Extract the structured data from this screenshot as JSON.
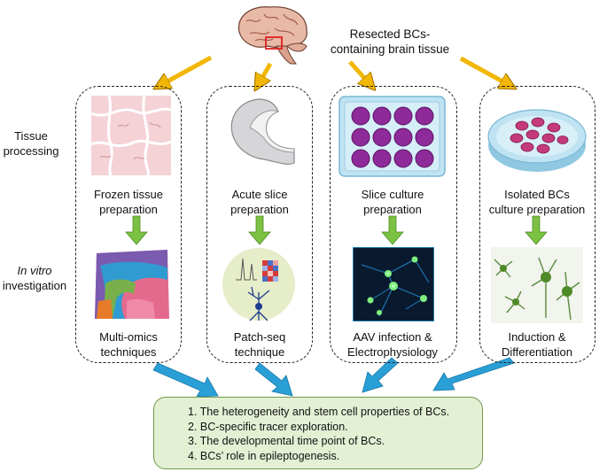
{
  "source_label": [
    "Resected BCs-",
    "containing brain tissue"
  ],
  "row_labels": {
    "processing": [
      "Tissue",
      "processing"
    ],
    "investigation": [
      "In vitro",
      "investigation"
    ]
  },
  "columns": [
    {
      "prep": [
        "Frozen tissue",
        "preparation"
      ],
      "technique": [
        "Multi-omics",
        "techniques"
      ]
    },
    {
      "prep": [
        "Acute slice",
        "preparation"
      ],
      "technique": [
        "Patch-seq",
        "technique"
      ]
    },
    {
      "prep": [
        "Slice culture",
        "preparation"
      ],
      "technique": [
        "AAV infection &",
        "Electrophysiology"
      ]
    },
    {
      "prep": [
        "Isolated BCs",
        "culture preparation"
      ],
      "technique": [
        "Induction &",
        "Differentiation"
      ]
    }
  ],
  "conclusions": [
    "1. The heterogeneity and stem cell properties of BCs.",
    "2. BC-specific tracer exploration.",
    "3. The developmental time point of BCs.",
    "4. BCs’ role in epileptogenesis."
  ],
  "colors": {
    "yellow_arrow": "#f2b705",
    "green_arrow": "#7cc242",
    "blue_arrow": "#2a9fd6",
    "conclusion_fill": "#e3f0d4",
    "plate_well": "#8e2a9a"
  }
}
